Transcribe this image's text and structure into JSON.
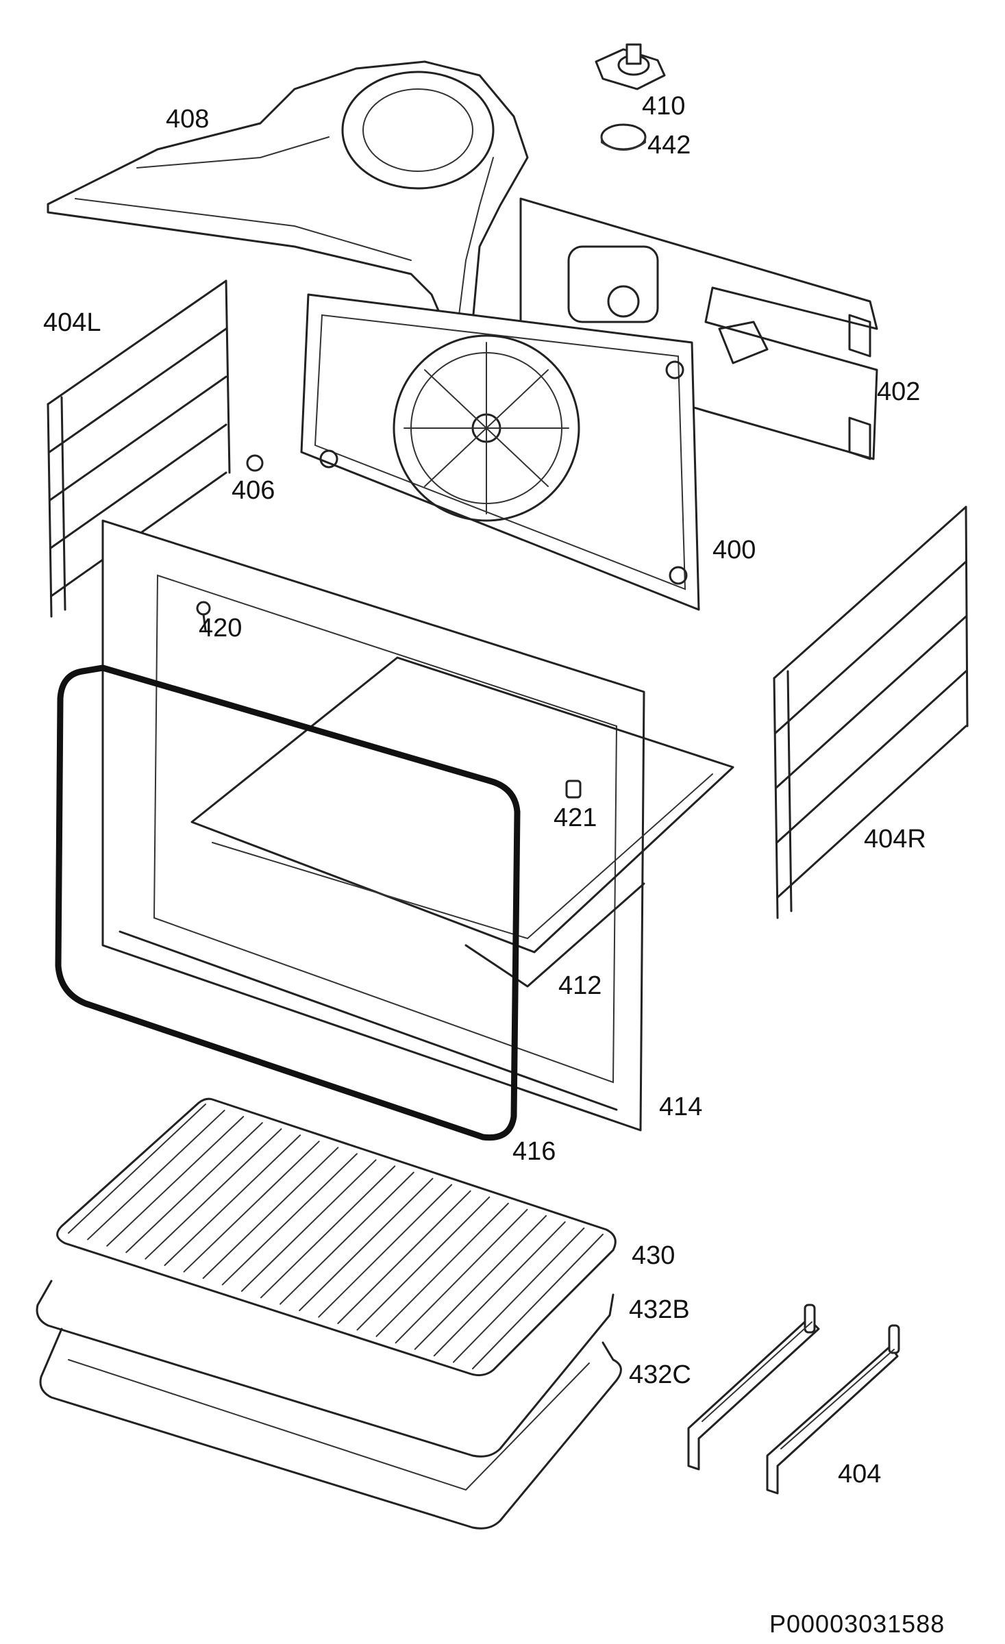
{
  "labels": {
    "p408": "408",
    "p410": "410",
    "p442": "442",
    "p404L": "404L",
    "p402": "402",
    "p406": "406",
    "p400": "400",
    "p420": "420",
    "p421": "421",
    "p404R": "404R",
    "p412": "412",
    "p414": "414",
    "p416": "416",
    "p430": "430",
    "p432B": "432B",
    "p432C": "432C",
    "p404": "404"
  },
  "document_id": "P00003031588"
}
